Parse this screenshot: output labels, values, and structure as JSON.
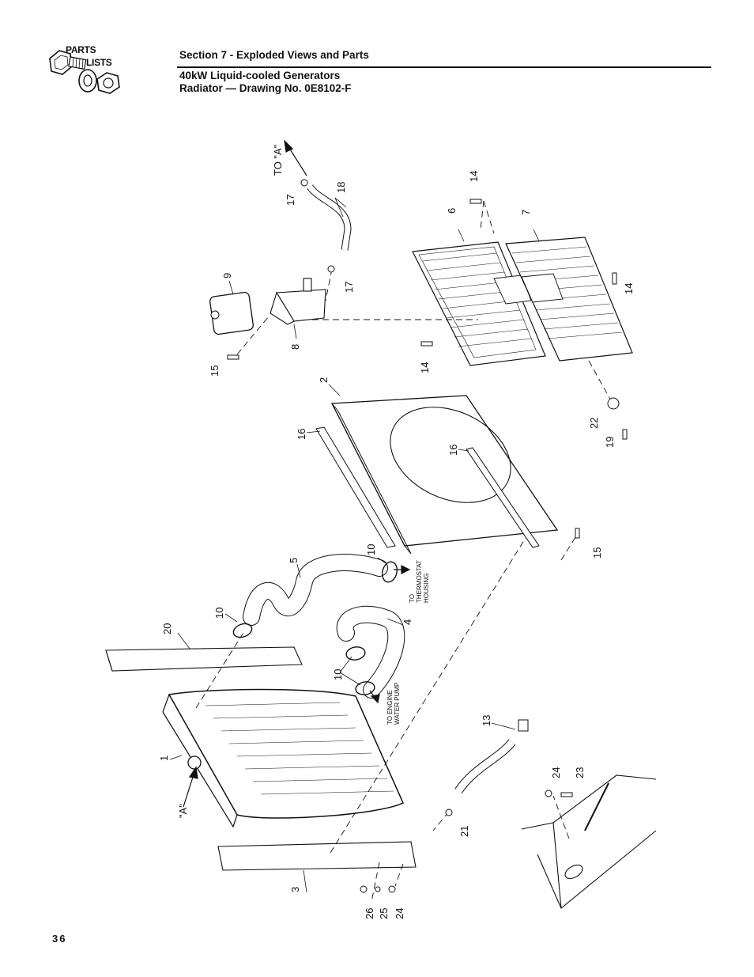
{
  "header": {
    "logo_line1": "PARTS",
    "logo_line2": "LISTS",
    "section": "Section 7 - Exploded Views and Parts",
    "subtitle1": "40kW Liquid-cooled Generators",
    "subtitle2": "Radiator — Drawing No. 0E8102-F"
  },
  "footer": {
    "page_number": "36"
  },
  "callouts": [
    "1",
    "2",
    "3",
    "4",
    "5",
    "6",
    "7",
    "8",
    "9",
    "10",
    "10",
    "10",
    "13",
    "14",
    "14",
    "14",
    "15",
    "15",
    "16",
    "16",
    "17",
    "17",
    "18",
    "19",
    "20",
    "21",
    "22",
    "23",
    "24",
    "24",
    "25",
    "26",
    "\"A\"",
    "TO \"A\""
  ],
  "notes": {
    "thermostat": [
      "TO",
      "THERMOSTAT",
      "HOUSING"
    ],
    "water_pump": [
      "TO ENGINE",
      "WATER PUMP"
    ]
  }
}
